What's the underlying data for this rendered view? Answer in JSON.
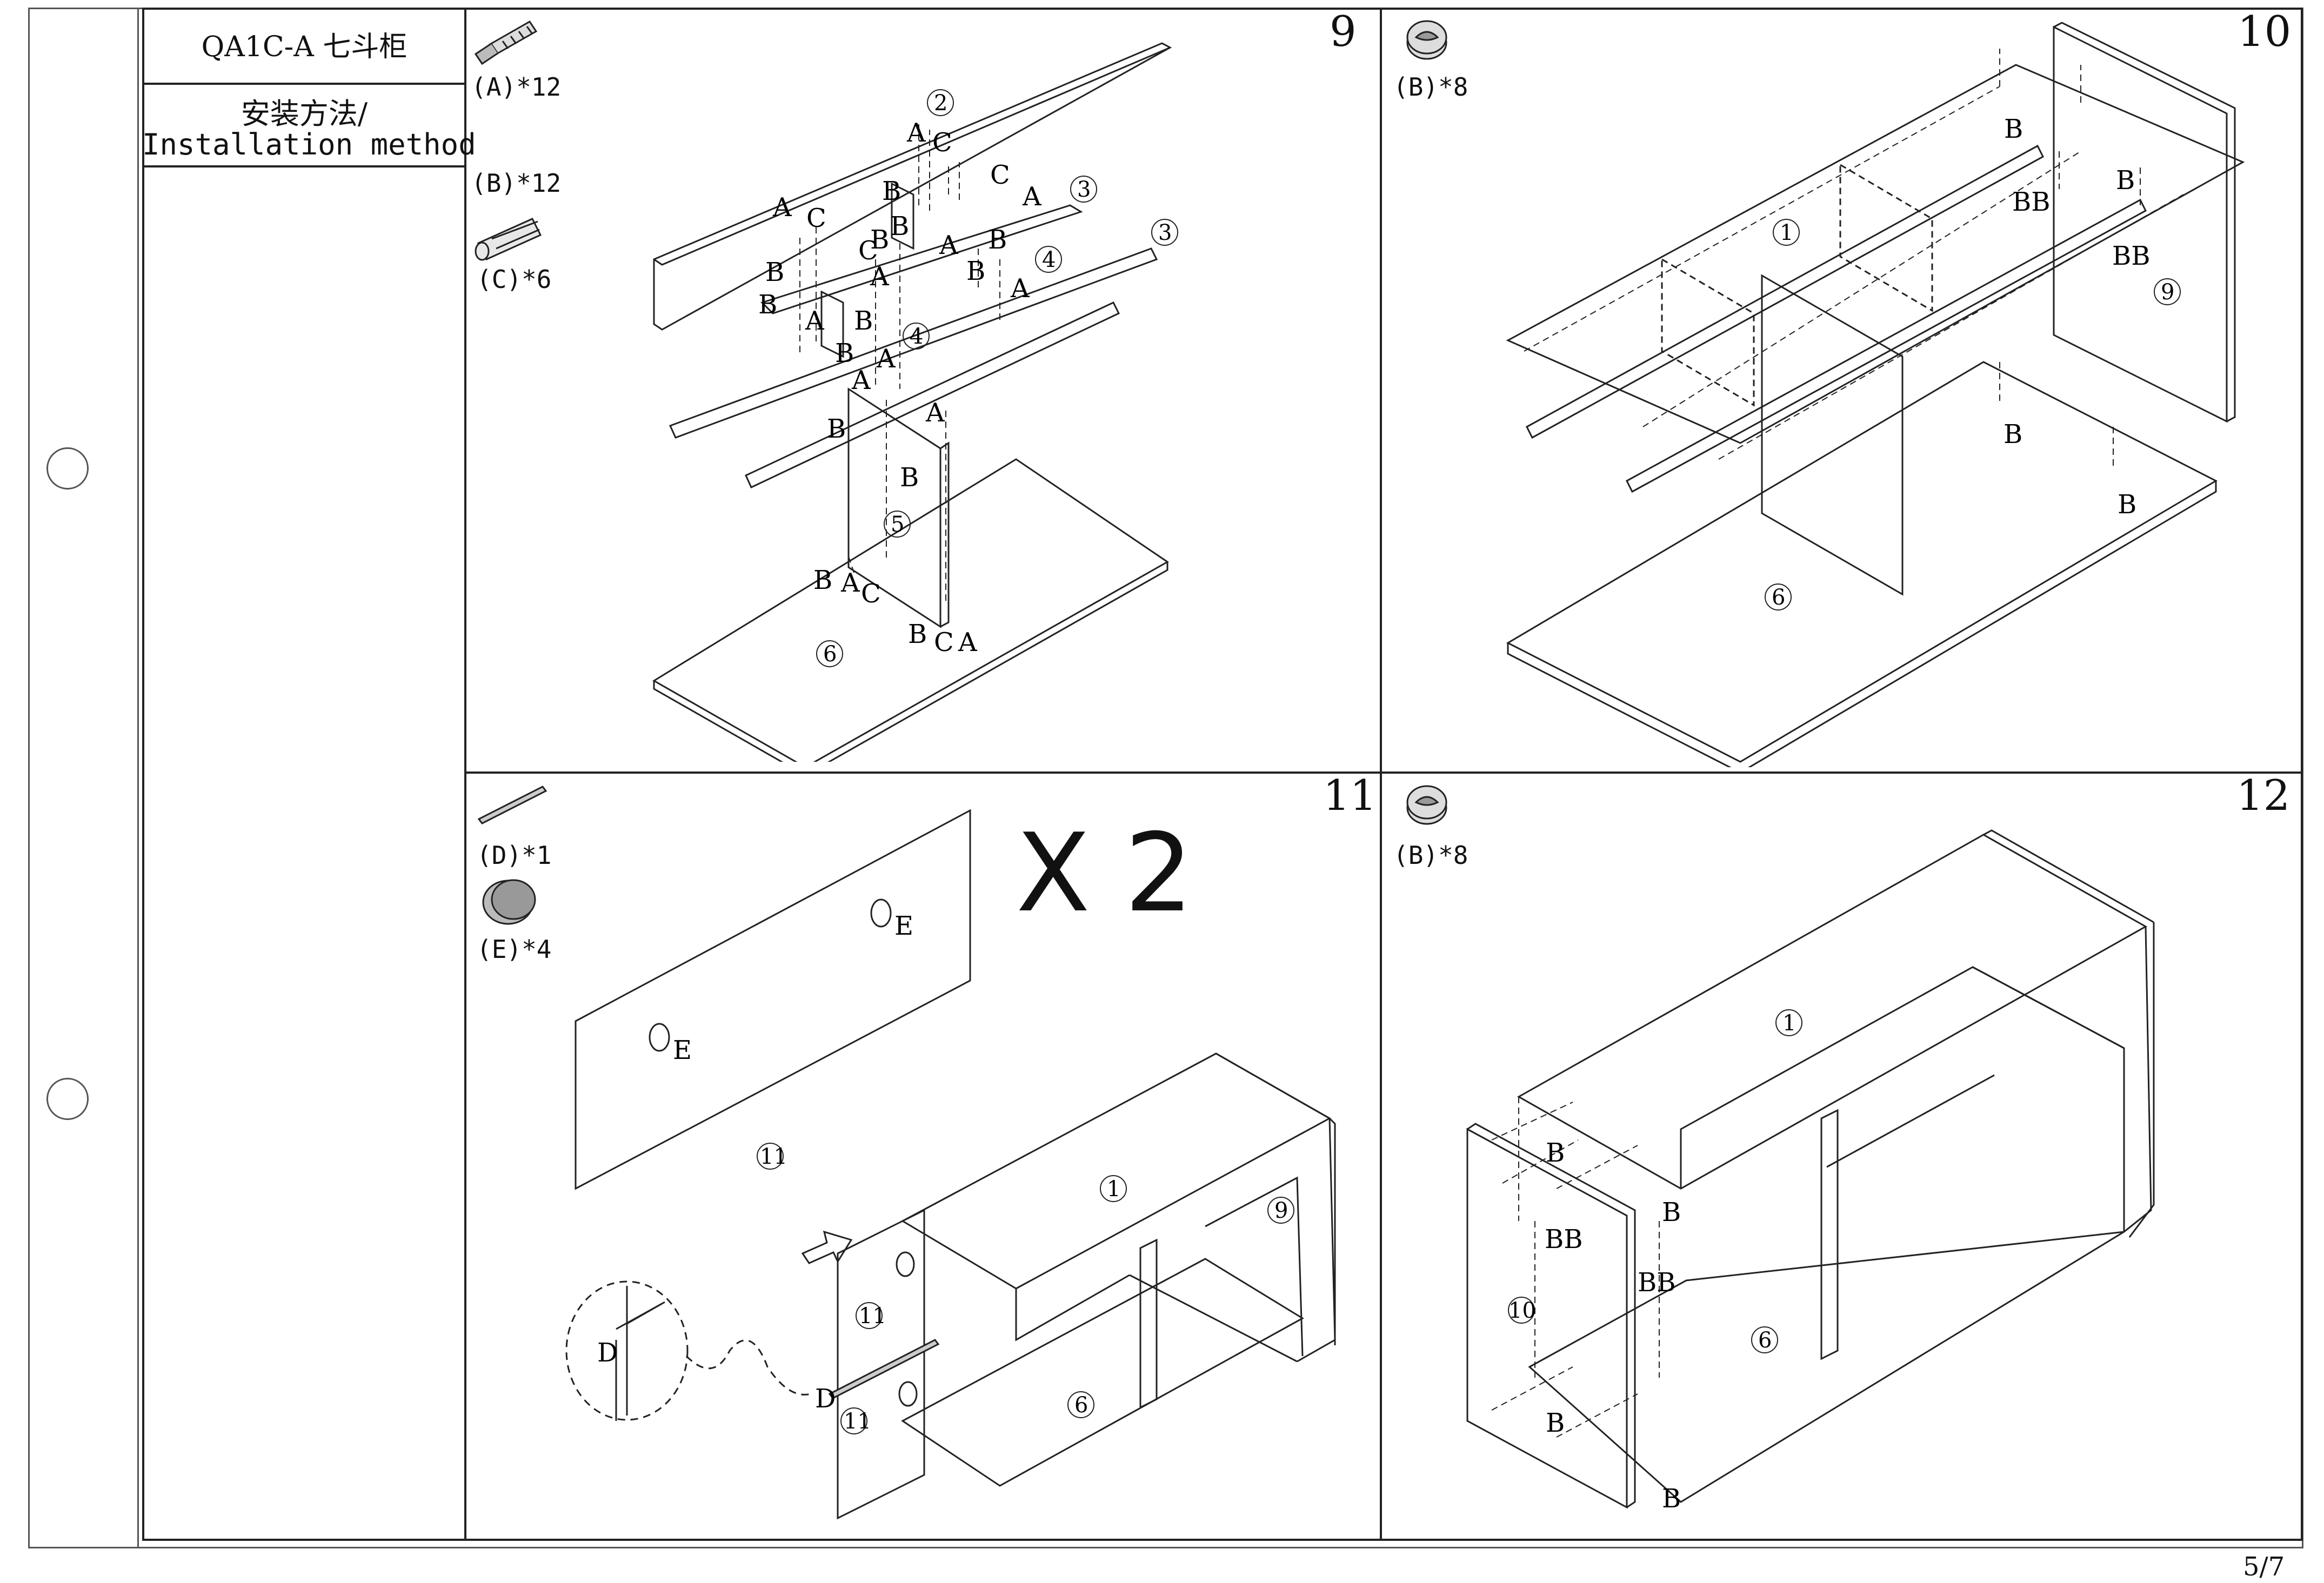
{
  "header": {
    "model": "QA1C-A 七斗柜",
    "method_cn": "安装方法/",
    "method_en": "Installation method"
  },
  "footer": {
    "page": "5/7"
  },
  "steps": [
    {
      "number": "9",
      "hardware": [
        "(A)*12",
        "(B)*12",
        "(C)*6"
      ]
    },
    {
      "number": "10",
      "hardware": [
        "(B)*8"
      ]
    },
    {
      "number": "11",
      "hardware": [
        "(D)*1",
        "(E)*4"
      ],
      "multiplier": "X 2"
    },
    {
      "number": "12",
      "hardware": [
        "(B)*8"
      ]
    }
  ],
  "part_labels": {
    "p1": "1",
    "p2": "2",
    "p3": "3",
    "p4": "4",
    "p5": "5",
    "p6": "6",
    "p9": "9",
    "p10": "10",
    "p11": "11"
  },
  "fittings": {
    "A": "A",
    "B": "B",
    "C": "C",
    "D": "D",
    "E": "E",
    "BB": "BB"
  }
}
